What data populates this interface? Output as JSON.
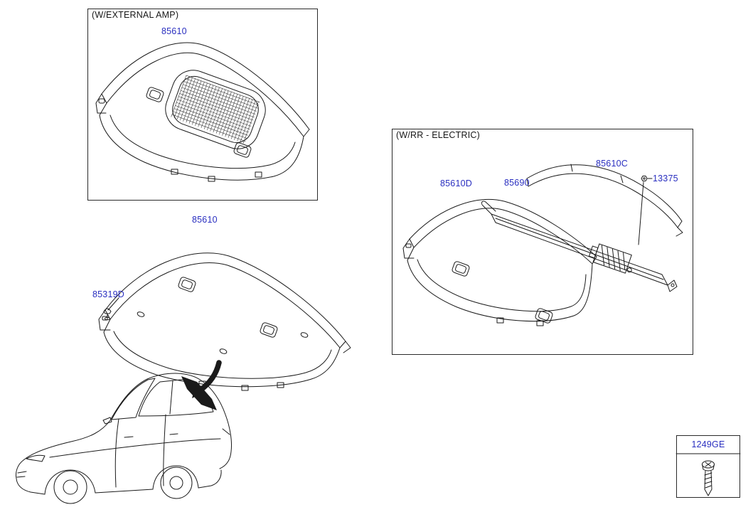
{
  "colors": {
    "part_label": "#2a2fc0",
    "line": "#1a1a1a"
  },
  "boxes": {
    "external_amp": {
      "caption": "(W/EXTERNAL AMP)",
      "part_tray": "85610"
    },
    "rr_electric": {
      "caption": "(W/RR - ELECTRIC)",
      "part_tray": "85610D",
      "part_sunshade": "85690",
      "part_crossbar": "85610C",
      "part_nut": "13375"
    },
    "hardware": {
      "part_screw": "1249GE"
    }
  },
  "main_view": {
    "part_tray": "85610",
    "part_clip": "85319D"
  }
}
